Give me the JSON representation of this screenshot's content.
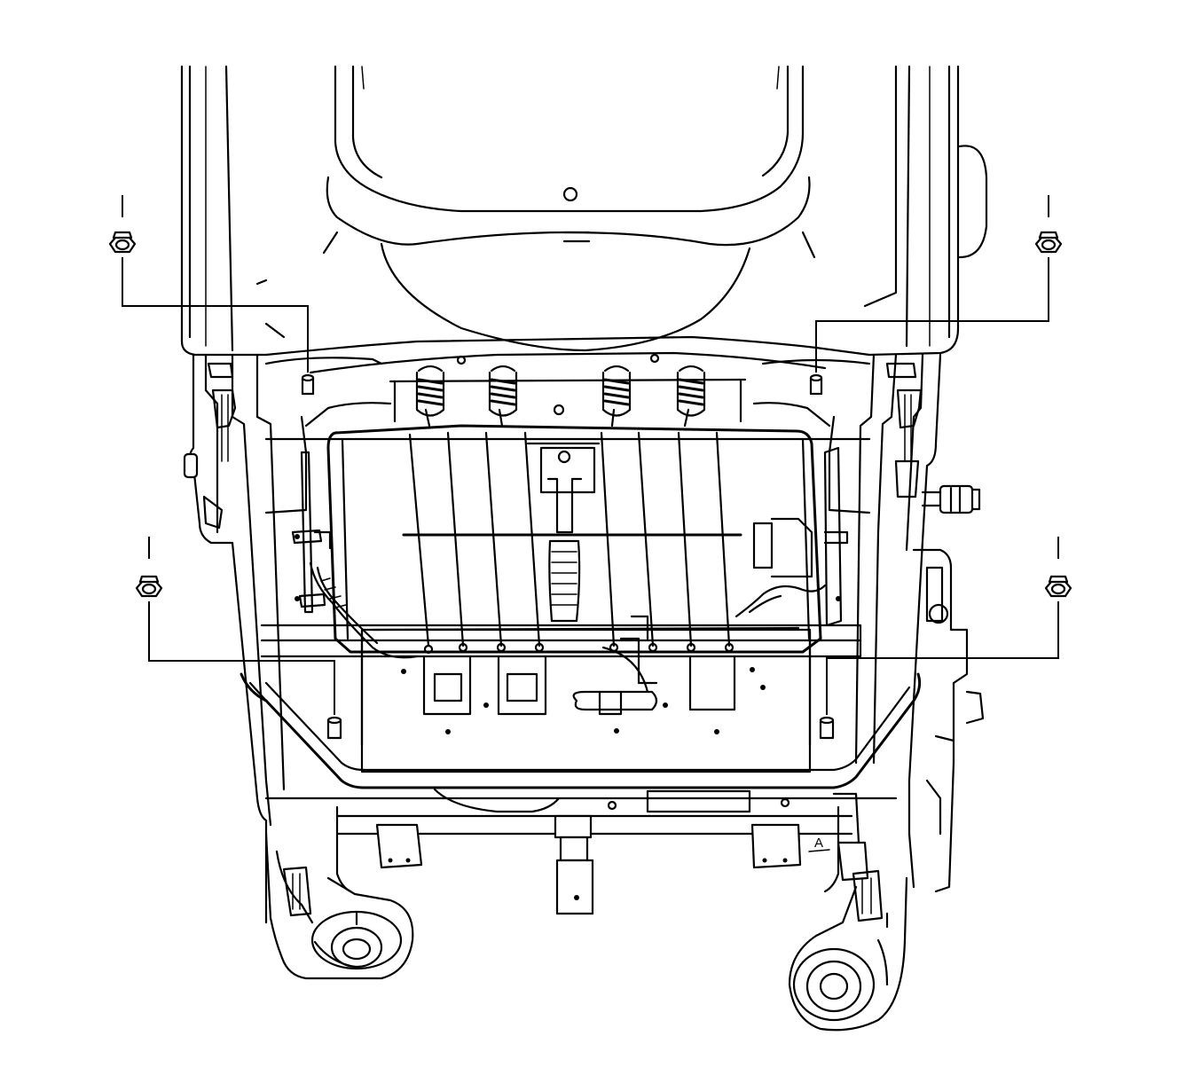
{
  "figure": {
    "marking": "A"
  },
  "fasteners": [
    {
      "name": "nut-upper-left"
    },
    {
      "name": "nut-upper-right"
    },
    {
      "name": "nut-lower-left"
    },
    {
      "name": "nut-lower-right"
    }
  ]
}
